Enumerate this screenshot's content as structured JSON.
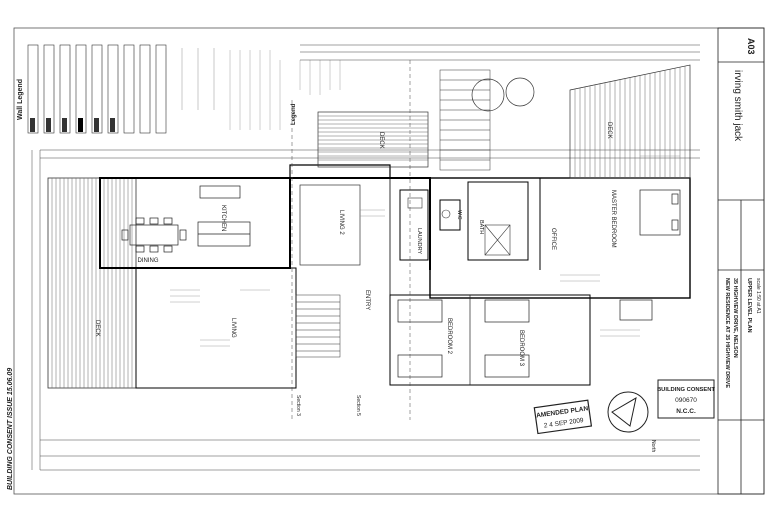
{
  "side_note": "BUILDING CONSENT ISSUE 15.06.09",
  "legend": {
    "title": "Wall Legend",
    "title2": "Legend"
  },
  "rooms": {
    "deck_left": "DECK",
    "dining": "DINING",
    "kitchen": "KITCHEN",
    "living": "LIVING",
    "living2": "LIVING 2",
    "deck_top": "DECK",
    "entry": "ENTRY",
    "laundry": "LAUNDRY",
    "bath": "BATH",
    "wc": "W.C",
    "office": "OFFICE",
    "master_bedroom": "MASTER BEDROOM",
    "deck_right": "DECK",
    "bedroom2": "BEDROOM 2",
    "bedroom3": "BEDROOM 3",
    "section3": "Section 3",
    "section5": "Section 5"
  },
  "stamps": {
    "amended_line1": "AMENDED PLAN",
    "amended_line2": "2 4 SEP 2009",
    "consent_line1": "BUILDING CONSENT",
    "consent_line2": "090670",
    "consent_line3": "N.C.C."
  },
  "title_block": {
    "sheet": "A03",
    "firm": "irving smith jack",
    "project_line1": "NEW RESIDENCE AT 35 HIGHVIEW DRIVE",
    "project_line2": "35 HIGHVIEW DRIVE, NELSON",
    "drawing": "UPPER LEVEL PLAN",
    "scale": "scale 1:50 at A1"
  },
  "north": "North"
}
